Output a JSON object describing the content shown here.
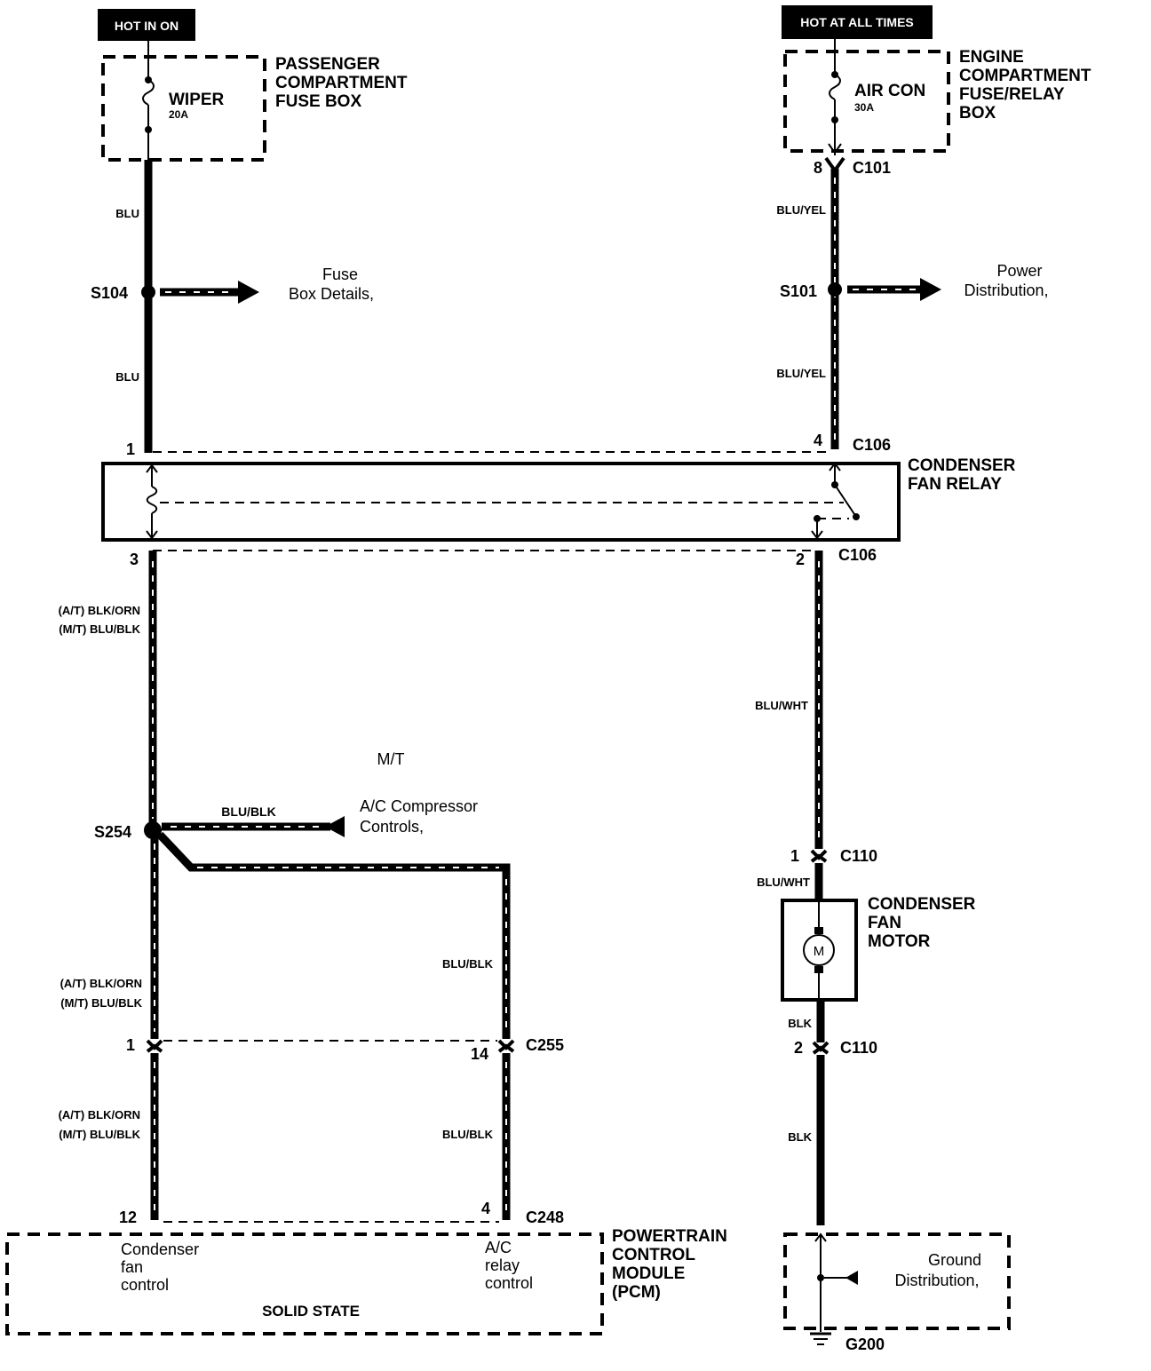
{
  "power_labels": {
    "hot_in_on": "HOT IN ON",
    "hot_at_all_times": "HOT AT ALL TIMES"
  },
  "passenger_fuse_box": {
    "fuse_name": "WIPER",
    "fuse_rating": "20A",
    "title_line1": "PASSENGER",
    "title_line2": "COMPARTMENT",
    "title_line3": "FUSE BOX"
  },
  "engine_fuse_box": {
    "fuse_name": "AIR CON",
    "fuse_rating": "30A",
    "title_line1": "ENGINE",
    "title_line2": "COMPARTMENT",
    "title_line3": "FUSE/RELAY",
    "title_line4": "BOX"
  },
  "left_branch": {
    "wire_upper": "BLU",
    "wire_lower": "BLU",
    "splice": "S104",
    "ref_line1": "Fuse",
    "ref_line2": "Box Details,"
  },
  "right_branch": {
    "pin_c101": "8",
    "conn_c101": "C101",
    "wire_upper": "BLU/YEL",
    "wire_lower": "BLU/YEL",
    "splice": "S101",
    "ref_line1": "Power",
    "ref_line2": "Distribution,"
  },
  "relay": {
    "pin1": "1",
    "pin4": "4",
    "conn_top": "C106",
    "pin3": "3",
    "pin2": "2",
    "conn_bottom": "C106",
    "title_line1": "CONDENSER",
    "title_line2": "FAN RELAY"
  },
  "left_lower": {
    "wire_at_line": "(A/T) BLK/ORN",
    "wire_mt_line": "(M/T) BLU/BLK",
    "mt_label": "M/T",
    "splice": "S254",
    "branch_wire": "BLU/BLK",
    "ref_line1": "A/C Compressor",
    "ref_line2": "Controls,",
    "wire2_at_line": "(A/T) BLK/ORN",
    "wire2_mt_line": "(M/T) BLU/BLK",
    "c255_pin_left": "1",
    "c255_pin_right": "14",
    "c255": "C255",
    "wire3_at_line": "(A/T) BLK/ORN",
    "wire3_mt_line": "(M/T) BLU/BLK",
    "right_wire_upper": "BLU/BLK",
    "right_wire_lower": "BLU/BLK",
    "c248_pin_left": "12",
    "c248_pin_right": "4",
    "c248": "C248"
  },
  "pcm": {
    "cond_fan_line1": "Condenser",
    "cond_fan_line2": "fan",
    "cond_fan_line3": "control",
    "ac_relay_line1": "A/C",
    "ac_relay_line2": "relay",
    "ac_relay_line3": "control",
    "solid_state": "SOLID STATE",
    "title_line1": "POWERTRAIN",
    "title_line2": "CONTROL",
    "title_line3": "MODULE",
    "title_line4": "(PCM)"
  },
  "fan_motor": {
    "wire_upper": "BLU/WHT",
    "c110_pin1": "1",
    "c110_top": "C110",
    "wire_mid": "BLU/WHT",
    "motor_symbol": "M",
    "title_line1": "CONDENSER",
    "title_line2": "FAN",
    "title_line3": "MOTOR",
    "wire_blk1": "BLK",
    "c110_pin2": "2",
    "c110_bottom": "C110",
    "wire_blk2": "BLK"
  },
  "ground": {
    "ref_line1": "Ground",
    "ref_line2": "Distribution,",
    "ground_id": "G200"
  }
}
